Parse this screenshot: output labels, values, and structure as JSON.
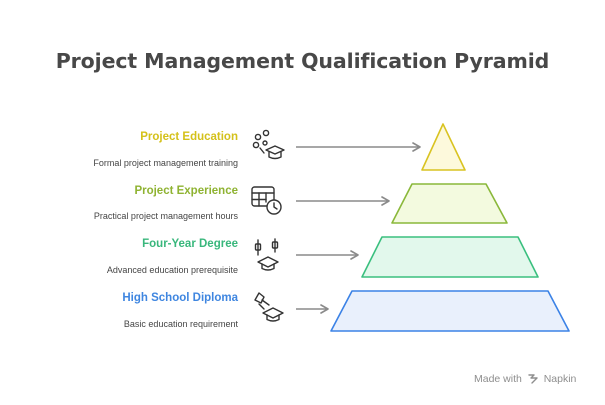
{
  "title": "Project Management Qualification Pyramid",
  "levels": [
    {
      "title": "Project Education",
      "description": "Formal project management training",
      "icon": "education-network-icon",
      "color": "#d4c11a",
      "stroke": "#d9c321",
      "fill": "#fdf9dc"
    },
    {
      "title": "Project Experience",
      "description": "Practical project management hours",
      "icon": "calendar-clock-icon",
      "color": "#8fb332",
      "stroke": "#8ab83a",
      "fill": "#f3fadf"
    },
    {
      "title": "Four-Year Degree",
      "description": "Advanced education prerequisite",
      "icon": "degree-graduation-icon",
      "color": "#39b77c",
      "stroke": "#3bbf7f",
      "fill": "#e2f8ec"
    },
    {
      "title": "High School Diploma",
      "description": "Basic education requirement",
      "icon": "diploma-graduation-icon",
      "color": "#3f86e0",
      "stroke": "#3b82e6",
      "fill": "#e9f0fc"
    }
  ],
  "footer": {
    "made_with": "Made with",
    "brand": "Napkin"
  }
}
